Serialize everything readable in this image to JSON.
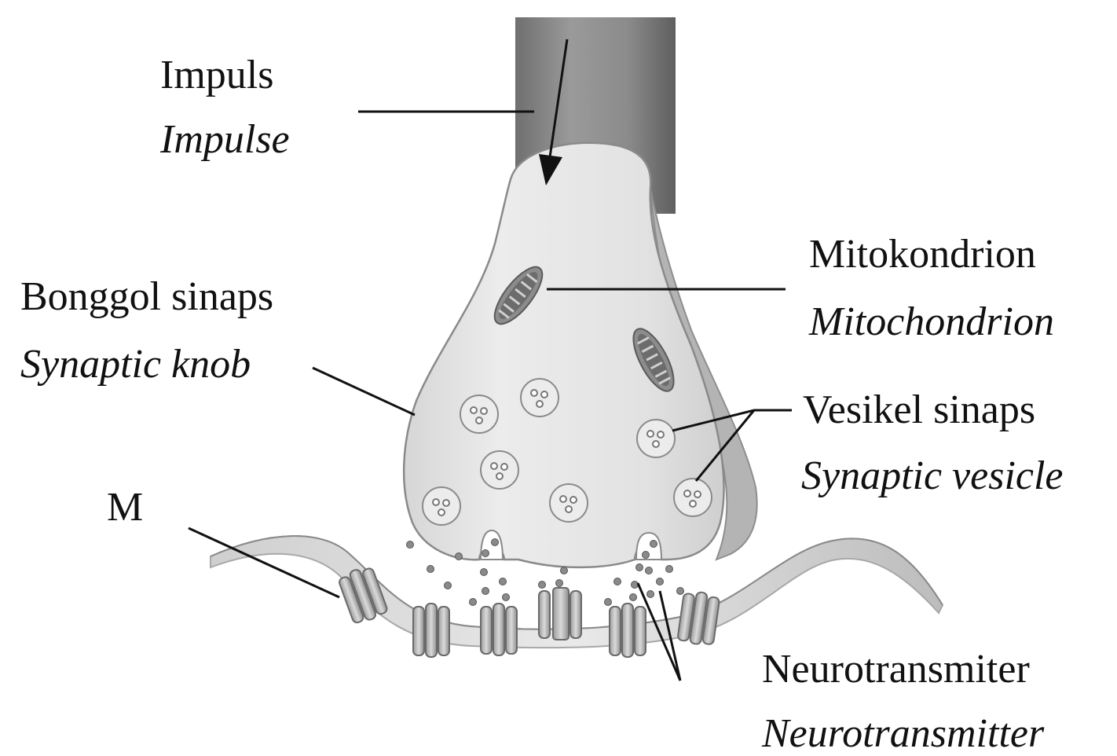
{
  "labels": {
    "impulse": {
      "malay": "Impuls",
      "english": "Impulse"
    },
    "mitochondrion": {
      "malay": "Mitokondrion",
      "english": "Mitochondrion"
    },
    "synaptic_knob": {
      "malay": "Bonggol sinaps",
      "english": "Synaptic knob"
    },
    "synaptic_vesicle": {
      "malay": "Vesikel sinaps",
      "english": "Synaptic vesicle"
    },
    "m": "M",
    "neurotransmitter": {
      "malay": "Neurotransmiter",
      "english": "Neurotransmitter"
    }
  },
  "colors": {
    "axon_dark": "#7d7d7d",
    "knob_fill": "#e4e4e4",
    "outline": "#8a8a8a",
    "mito_fill": "#707070",
    "vesicle_fill": "#ececec",
    "ink": "#111111"
  }
}
